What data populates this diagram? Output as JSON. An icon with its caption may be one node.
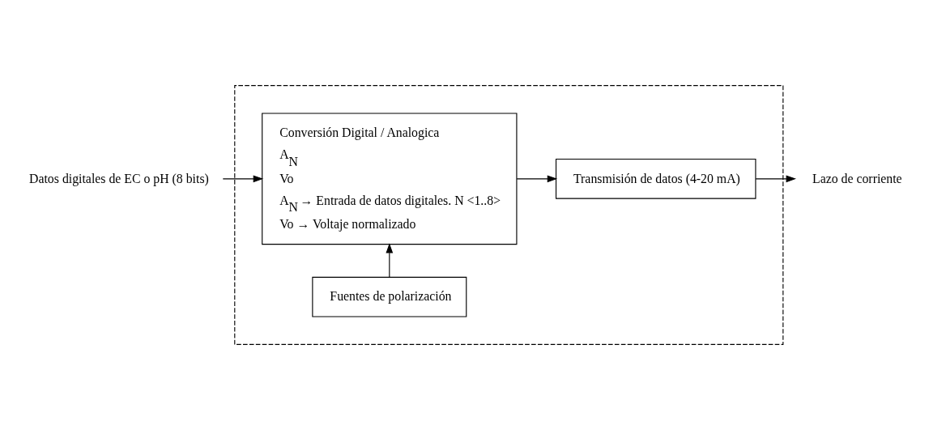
{
  "diagram": {
    "nodes": [
      {
        "text": [],
        "shape": "box"
      },
      {
        "text": [
          "Fuentes de polarización"
        ],
        "in": 0
      },
      {
        "text": [
          "Conversión Digital / Analogica",
          "A$_{N}$",
          "Vo",
          "A$_{N}$ → Entrada de datos digitales. N <1..8>",
          "Vo → Voltaje normalizado"
        ],
        "in": 0
      },
      {
        "text": [
          "Transmisión de datos (4-20 mA)"
        ],
        "in": 0
      },
      {
        "text": [
          "Datos digitales de EC o pH (8 bits)"
        ]
      },
      {
        "text": [
          "Lazo de corriente"
        ]
      }
    ],
    "edges": [
      {
        "from": 1,
        "to": 2,
        "arrow": "to"
      },
      {
        "from": 4,
        "to": 2,
        "arrow": "to"
      },
      {
        "from": 2,
        "to": 3,
        "arrow": "to"
      },
      {
        "from": 3,
        "to": 5,
        "arrow": "to"
      }
    ]
  }
}
